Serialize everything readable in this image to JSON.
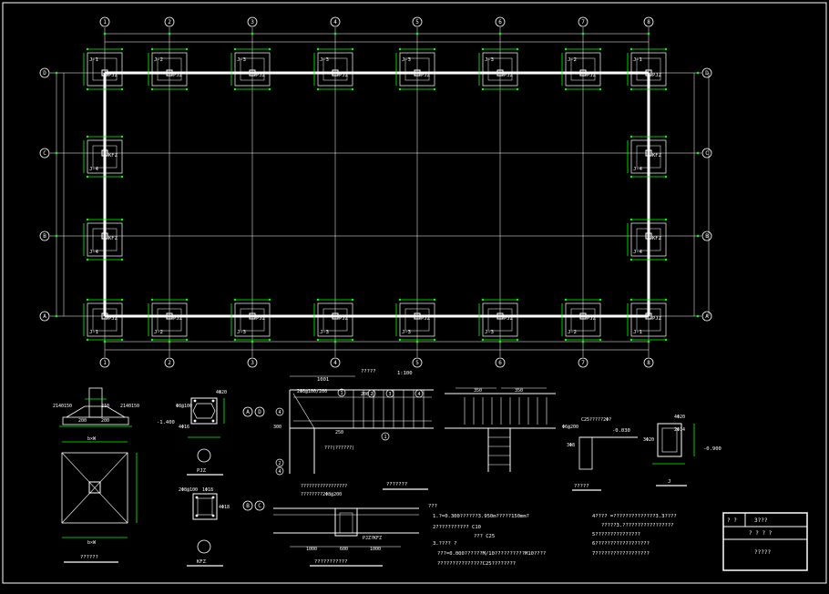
{
  "colors": {
    "background": "#000000",
    "line": "#ffffff",
    "dimension": "#00ff00",
    "text": "#ffffff"
  },
  "plan": {
    "x_axes": [
      "1",
      "2",
      "3",
      "4",
      "5",
      "6",
      "7",
      "8"
    ],
    "y_axes": [
      "D",
      "C",
      "B",
      "A"
    ],
    "top_footings": [
      {
        "tag": "J-1",
        "col": "PJZ"
      },
      {
        "tag": "J-2",
        "col": "PJZ"
      },
      {
        "tag": "J-3",
        "col": "PJZ"
      },
      {
        "tag": "J-3",
        "col": "PJZ"
      },
      {
        "tag": "J-3",
        "col": "PJZ"
      },
      {
        "tag": "J-3",
        "col": "PJZ"
      },
      {
        "tag": "J-2",
        "col": "PJZ"
      },
      {
        "tag": "J-1",
        "col": "PJZ"
      }
    ],
    "bottom_footings": [
      {
        "tag": "J-1",
        "col": "PJZ"
      },
      {
        "tag": "J-2",
        "col": "PJZ"
      },
      {
        "tag": "J-3",
        "col": "PJZ"
      },
      {
        "tag": "J-3",
        "col": "PJZ"
      },
      {
        "tag": "J-3",
        "col": "PJZ"
      },
      {
        "tag": "J-3",
        "col": "PJZ"
      },
      {
        "tag": "J-2",
        "col": "PJZ"
      },
      {
        "tag": "J-1",
        "col": "PJZ"
      }
    ],
    "side_footings": {
      "tag": "J-4",
      "col": "KFZ"
    }
  },
  "details": {
    "footing_section": {
      "left_dim": "2140150",
      "right_dim": "2140150",
      "elev": "-1.400",
      "top_dims": [
        "210",
        "200",
        "200"
      ]
    },
    "footing_plan": {
      "top_dim": "b×W",
      "bottom_dim": "b×W",
      "caption": "??????"
    },
    "pjz_section": {
      "dims": [
        "4Φ20",
        "Φ8@100",
        "4Φ16"
      ],
      "axes": [
        "A",
        "D"
      ],
      "caption": "PJZ"
    },
    "kfz_section": {
      "dims": [
        "2Φ8@100",
        "1Φ18",
        "4Φ18"
      ],
      "axes": [
        "B",
        "C"
      ],
      "caption": "KFZ"
    },
    "beam_detail": {
      "dims": [
        "1001",
        "200",
        "250",
        "300"
      ],
      "labels": [
        "2Φ8@100/200",
        "?????",
        "1:100",
        "???(??????)"
      ],
      "markers": [
        "1",
        "2",
        "3",
        "4"
      ],
      "caption": "???????"
    },
    "beam_section2": {
      "dims": [
        "350",
        "350"
      ]
    },
    "beam_elev": {
      "labels": [
        "?????????????????",
        "????????2Φ8@200"
      ],
      "dims": [
        "1000",
        "600",
        "1000"
      ],
      "tag": "PJZ?KFZ",
      "caption": "???????????"
    },
    "small_section": {
      "labels": [
        "C25?????2Φ?",
        "Φ6@200",
        "3Φ8"
      ],
      "elev": "-0.030",
      "caption": "?????"
    },
    "col_section": {
      "labels": [
        "4Φ20",
        "2Φ14",
        "3Φ20"
      ],
      "elev": "-0.900",
      "caption": "J"
    }
  },
  "notes": {
    "left": [
      "???",
      "1.?=0.300??????3.950m?????150mm?",
      "2???????????  C10",
      "???  C25",
      "3.???? ?",
      "???=0.000??????M/10??????????M10????",
      "???????????????C25????????"
    ],
    "right": [
      "4????    =??????????????3.3????",
      "?????3.?????????????????",
      "5???????????????",
      "6??????????????????",
      "7??????????????????"
    ]
  },
  "title_block": {
    "r1c1": "? ?",
    "r1c2": "3???",
    "r2": "? ? ? ?",
    "r3": "?????"
  }
}
